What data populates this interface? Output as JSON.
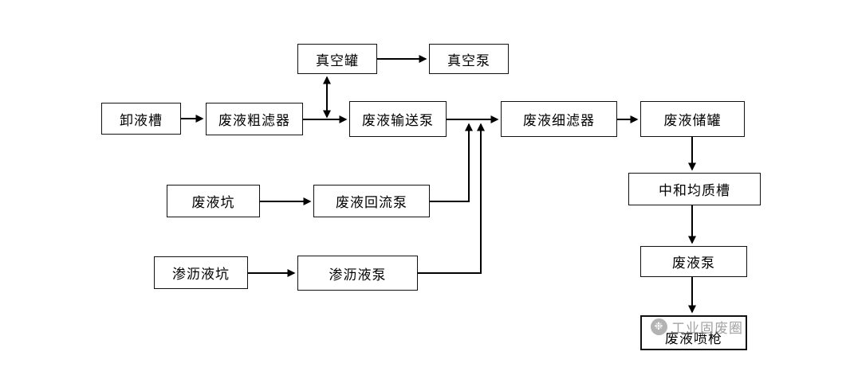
{
  "diagram": {
    "type": "flowchart",
    "nodes": [
      {
        "id": "vacuum-tank",
        "label": "真空罐"
      },
      {
        "id": "vacuum-pump",
        "label": "真空泵"
      },
      {
        "id": "unloading-tank",
        "label": "卸液槽"
      },
      {
        "id": "coarse-filter",
        "label": "废液粗滤器"
      },
      {
        "id": "transfer-pump",
        "label": "废液输送泵"
      },
      {
        "id": "fine-filter",
        "label": "废液细滤器"
      },
      {
        "id": "storage-tank",
        "label": "废液储罐"
      },
      {
        "id": "waste-pit",
        "label": "废液坑"
      },
      {
        "id": "return-pump",
        "label": "废液回流泵"
      },
      {
        "id": "leachate-pit",
        "label": "渗沥液坑"
      },
      {
        "id": "leachate-pump",
        "label": "渗沥液泵"
      },
      {
        "id": "neutralization-tank",
        "label": "中和均质槽"
      },
      {
        "id": "waste-pump",
        "label": "废液泵"
      },
      {
        "id": "spray-gun",
        "label": "废液喷枪"
      }
    ],
    "edges": [
      {
        "from": "unloading-tank",
        "to": "coarse-filter",
        "style": "arrow"
      },
      {
        "from": "coarse-filter",
        "to": "transfer-pump",
        "style": "arrow"
      },
      {
        "from": "transfer-pump",
        "to": "vacuum-tank",
        "style": "double-arrow"
      },
      {
        "from": "vacuum-tank",
        "to": "vacuum-pump",
        "style": "arrow"
      },
      {
        "from": "transfer-pump",
        "to": "fine-filter",
        "style": "arrow"
      },
      {
        "from": "waste-pit",
        "to": "return-pump",
        "style": "arrow"
      },
      {
        "from": "return-pump",
        "to": "transfer-pump-to-fine-filter-line",
        "style": "arrow"
      },
      {
        "from": "leachate-pit",
        "to": "leachate-pump",
        "style": "arrow"
      },
      {
        "from": "leachate-pump",
        "to": "transfer-pump-to-fine-filter-line",
        "style": "arrow"
      },
      {
        "from": "fine-filter",
        "to": "storage-tank",
        "style": "arrow"
      },
      {
        "from": "storage-tank",
        "to": "neutralization-tank",
        "style": "arrow"
      },
      {
        "from": "neutralization-tank",
        "to": "waste-pump",
        "style": "arrow"
      },
      {
        "from": "waste-pump",
        "to": "spray-gun",
        "style": "arrow"
      }
    ],
    "colors": {
      "background": "#ffffff",
      "box_fill": "#ffffff",
      "box_border": "#000000",
      "text": "#000000",
      "arrow": "#000000",
      "watermark": "#a3a3a3"
    }
  },
  "watermark": {
    "logo_icon": "paw-circle-icon",
    "text": "工业固废圈"
  }
}
